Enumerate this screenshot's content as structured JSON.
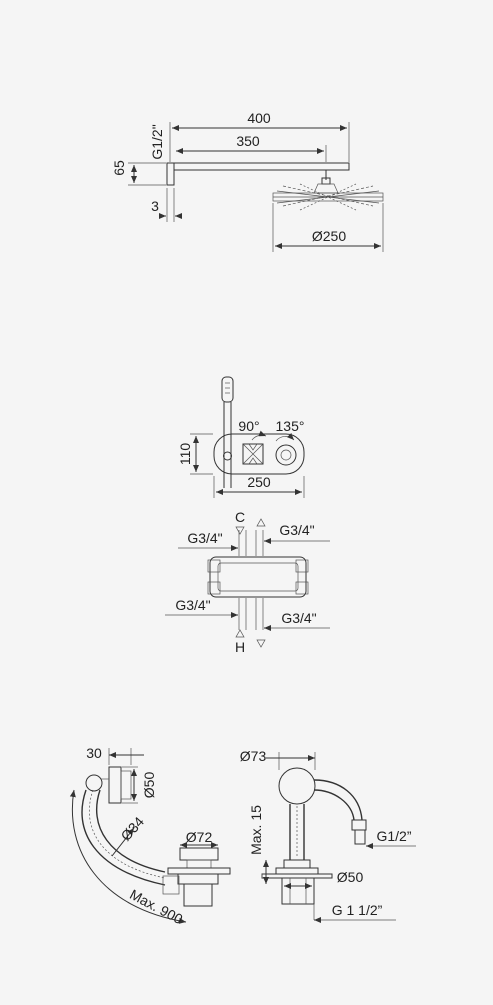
{
  "top": {
    "g_half": "G1/2\"",
    "d400": "400",
    "d350": "350",
    "d65": "65",
    "d3": "3",
    "d250": "Ø250"
  },
  "middle": {
    "d110": "110",
    "d250": "250",
    "angle90": "90°",
    "angle135": "135°",
    "c": "C",
    "h": "H",
    "g34_tl": "G3/4\"",
    "g34_tr": "G3/4\"",
    "g34_bl": "G3/4\"",
    "g34_br": "G3/4\""
  },
  "bottom": {
    "d30": "30",
    "d50a": "Ø50",
    "d34": "Ø34",
    "d72": "Ø72",
    "max900": "Max. 900",
    "d73": "Ø73",
    "max15": "Max. 15",
    "g_half": "G1/2”",
    "d50b": "Ø50",
    "g112": "G 1 1/2”"
  }
}
